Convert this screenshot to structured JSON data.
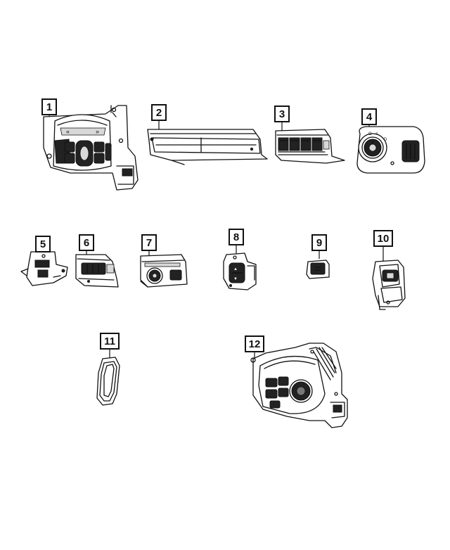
{
  "diagram": {
    "parts": [
      {
        "id": "part-1",
        "callout": "1"
      },
      {
        "id": "part-2",
        "callout": "2"
      },
      {
        "id": "part-3",
        "callout": "3"
      },
      {
        "id": "part-4",
        "callout": "4"
      },
      {
        "id": "part-5",
        "callout": "5"
      },
      {
        "id": "part-6",
        "callout": "6"
      },
      {
        "id": "part-7",
        "callout": "7"
      },
      {
        "id": "part-8",
        "callout": "8"
      },
      {
        "id": "part-9",
        "callout": "9"
      },
      {
        "id": "part-10",
        "callout": "10"
      },
      {
        "id": "part-11",
        "callout": "11"
      },
      {
        "id": "part-12",
        "callout": "12"
      }
    ]
  }
}
